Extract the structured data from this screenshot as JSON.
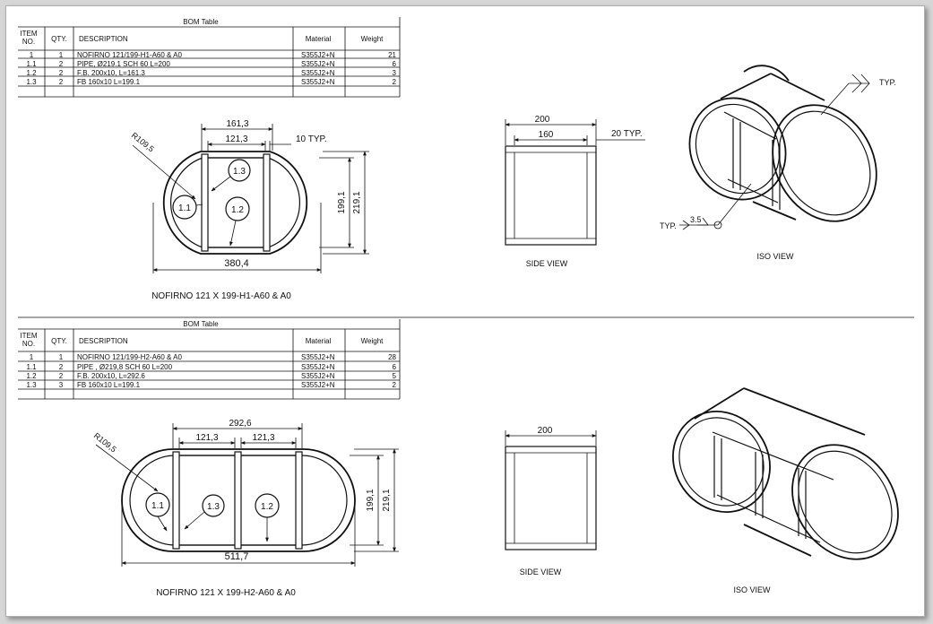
{
  "bom_top": {
    "title": "BOM Table",
    "headers": {
      "item": "ITEM NO.",
      "qty": "QTY.",
      "description": "DESCRIPTION",
      "material": "Material",
      "weight": "Weight"
    },
    "rows": [
      {
        "item": "1",
        "qty": "1",
        "description": "NOFIRNO 121/199-H1-A60 & A0",
        "material": "S355J2+N",
        "weight": "21"
      },
      {
        "item": "1.1",
        "qty": "2",
        "description": "PIPE, Ø219.1 SCH 60 L=200",
        "material": "S355J2+N",
        "weight": "6"
      },
      {
        "item": "1.2",
        "qty": "2",
        "description": "F.B. 200x10, L=161.3",
        "material": "S355J2+N",
        "weight": "3"
      },
      {
        "item": "1.3",
        "qty": "2",
        "description": "FB 160x10 L=199.1",
        "material": "S355J2+N",
        "weight": "2"
      }
    ]
  },
  "bom_bottom": {
    "title": "BOM Table",
    "headers": {
      "item": "ITEM NO.",
      "qty": "QTY.",
      "description": "DESCRIPTION",
      "material": "Material",
      "weight": "Weight"
    },
    "rows": [
      {
        "item": "1",
        "qty": "1",
        "description": "NOFIRNO 121/199-H2-A60 & A0",
        "material": "S355J2+N",
        "weight": "28"
      },
      {
        "item": "1.1",
        "qty": "2",
        "description": "PIPE , Ø219,8 SCH 60 L=200",
        "material": "S355J2+N",
        "weight": "6"
      },
      {
        "item": "1.2",
        "qty": "2",
        "description": "F.B. 200x10, L=292.6",
        "material": "S355J2+N",
        "weight": "5"
      },
      {
        "item": "1.3",
        "qty": "3",
        "description": "FB 160x10 L=199.1",
        "material": "S355J2+N",
        "weight": "2"
      }
    ]
  },
  "view_top": {
    "dims": {
      "overall_w": "161,3",
      "inner_w": "121,3",
      "plate": "10 TYP.",
      "radius": "R109,5",
      "height_inner": "199,1",
      "height_outer": "219,1",
      "length": "380,4"
    },
    "balloons": [
      "1.1",
      "1.2",
      "1.3"
    ],
    "caption": "NOFIRNO 121 X 199-H1-A60 & A0",
    "side": {
      "w_outer": "200",
      "w_inner": "160",
      "typ": "20 TYP.",
      "caption": "SIDE VIEW"
    },
    "iso": {
      "caption": "ISO VIEW",
      "weld_typ_top": "TYP.",
      "weld_typ_bottom": "TYP.",
      "weld_size": "3.5"
    }
  },
  "view_bottom": {
    "dims": {
      "overall_w": "292,6",
      "inner_w1": "121,3",
      "inner_w2": "121,3",
      "radius": "R109,5",
      "height_inner": "199,1",
      "height_outer": "219,1",
      "length": "511,7"
    },
    "balloons": [
      "1.1",
      "1.3",
      "1.2"
    ],
    "caption": "NOFIRNO 121 X 199-H2-A60 & A0",
    "side": {
      "w_outer": "200",
      "caption": "SIDE VIEW"
    },
    "iso": {
      "caption": "ISO VIEW"
    }
  }
}
